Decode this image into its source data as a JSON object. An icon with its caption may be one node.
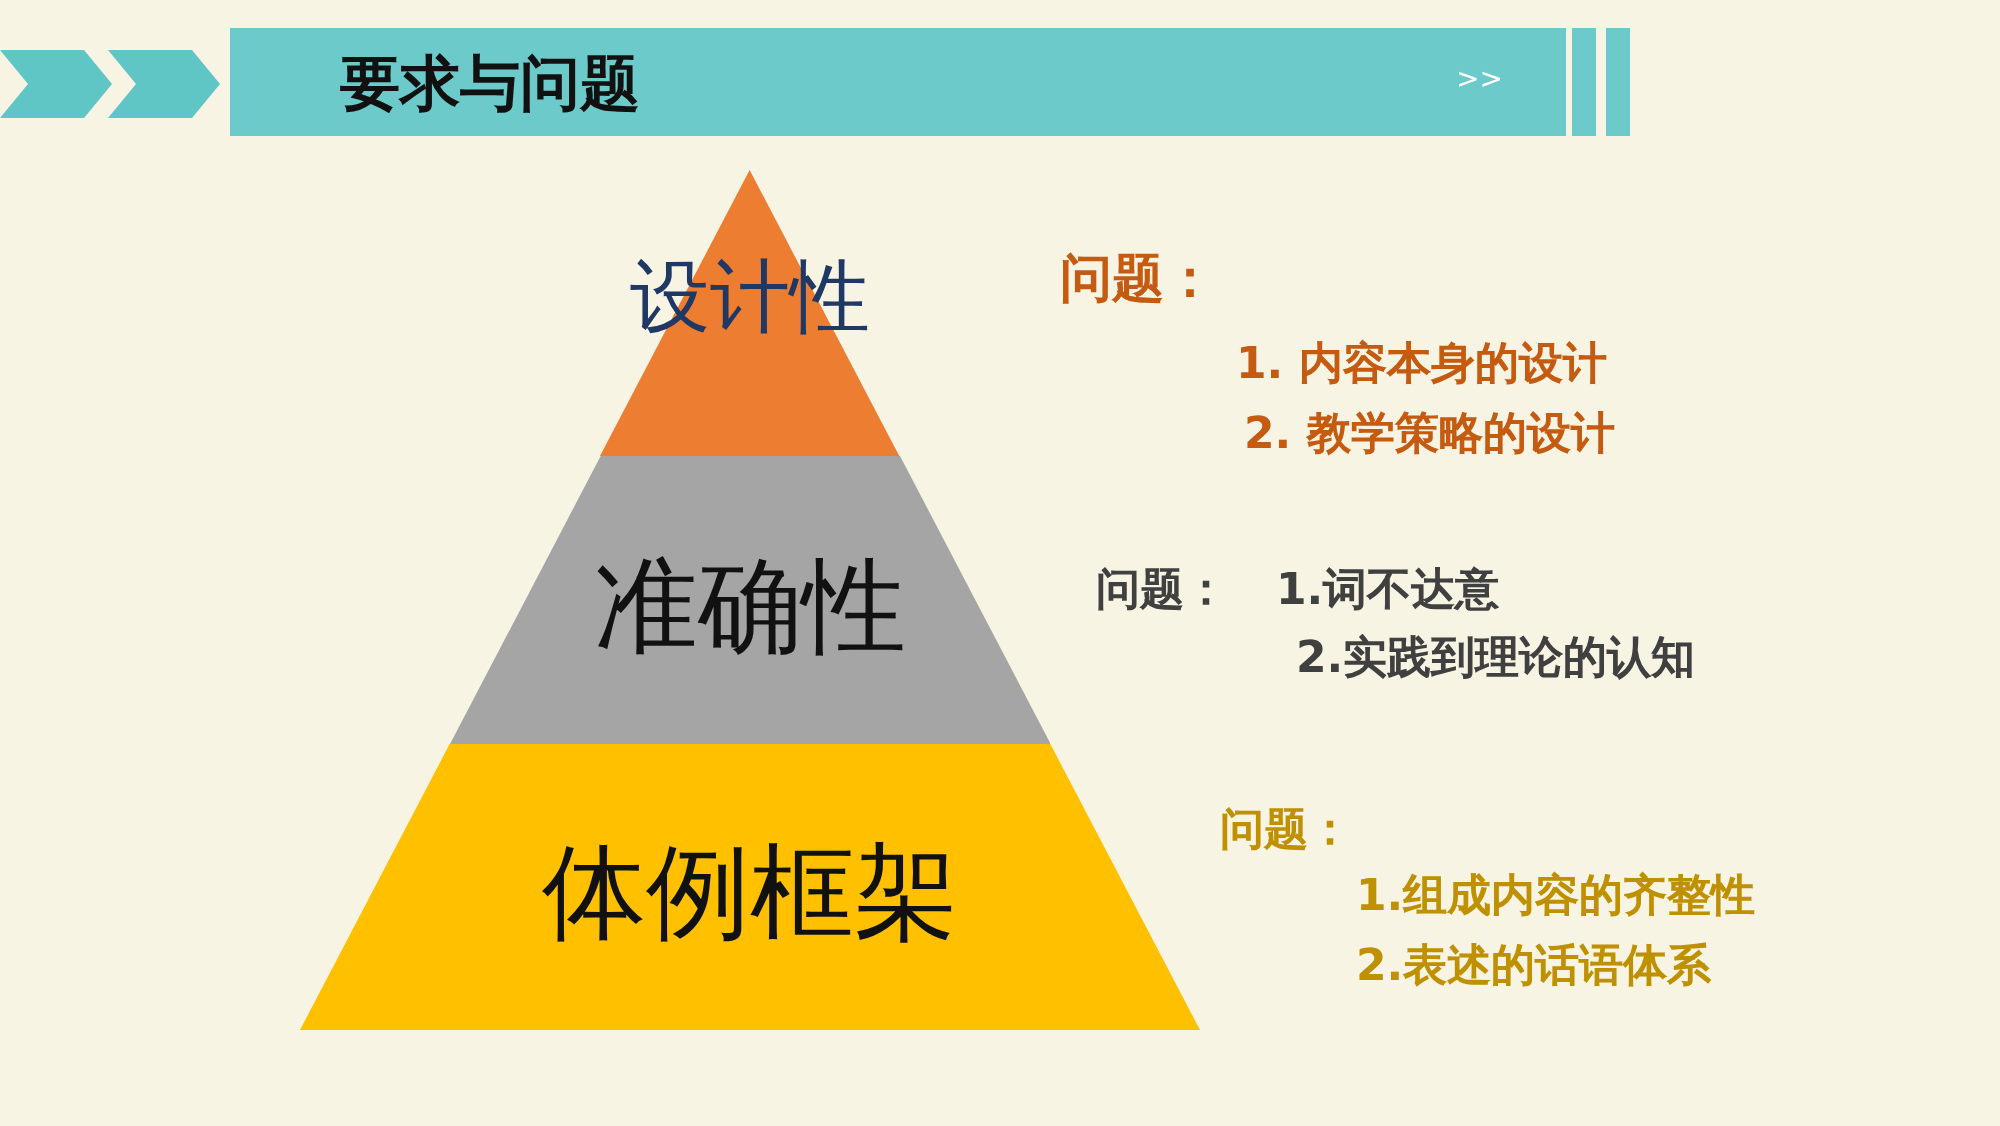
{
  "diagram": {
    "title": "要求与问题",
    "nodes": [
      {
        "text": [
          "设计性"
        ],
        "beside": [
          "问题：",
          "1. 内容本身的设计",
          "2. 教学策略的设计"
        ]
      },
      {
        "text": [
          "准确性"
        ],
        "beside": [
          "问题：",
          "1.词不达意",
          "2.实践到理论的认知"
        ]
      },
      {
        "text": [
          "体例框架"
        ],
        "beside": [
          "问题：",
          "1.组成内容的齐整性",
          "2.表述的话语体系"
        ]
      }
    ],
    "edges": [],
    "labels": [
      ">>"
    ]
  }
}
